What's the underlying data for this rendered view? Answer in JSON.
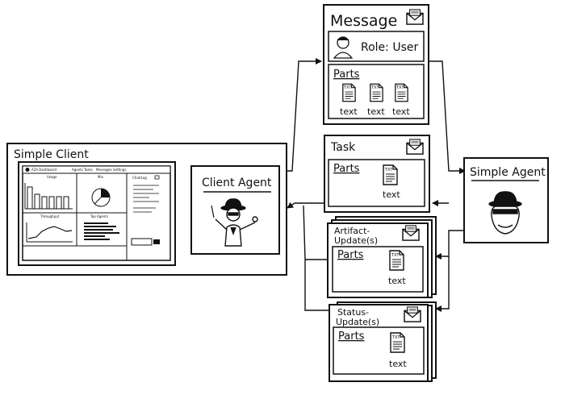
{
  "simple_client": {
    "title": "Simple Client",
    "dashboard": {
      "brand": "A2A Dashboard",
      "tabs": [
        "Agents",
        "Tasks",
        "Messages",
        "Settings"
      ],
      "panel_titles": [
        "Usage",
        "Mix",
        "Throughput",
        "Top Agents"
      ],
      "chat_title": "Chat/Log"
    }
  },
  "client_agent": {
    "title": "Client Agent"
  },
  "simple_agent": {
    "title": "Simple Agent"
  },
  "message": {
    "title": "Message",
    "role_label": "Role: User",
    "parts_label": "Parts",
    "text_labels": [
      "text",
      "text",
      "text"
    ]
  },
  "task": {
    "title": "Task",
    "parts_label": "Parts",
    "text_label": "text"
  },
  "artifact_update": {
    "title_line1": "Artifact-",
    "title_line2": "Update(s)",
    "parts_label": "Parts",
    "text_label": "text"
  },
  "status_update": {
    "title_line1": "Status-",
    "title_line2": "Update(s)",
    "parts_label": "Parts",
    "text_label": "text"
  },
  "file_icon_label": "TXT"
}
